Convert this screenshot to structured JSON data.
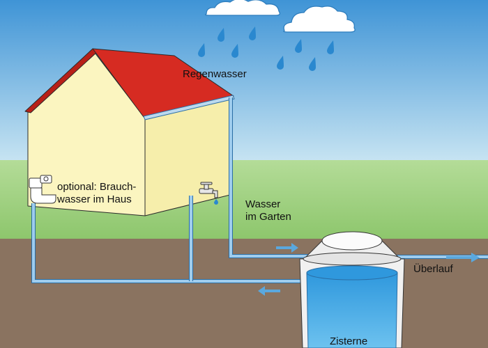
{
  "labels": {
    "rain": "Regenwasser",
    "household_line1": "optional: Brauch-",
    "household_line2": "wasser im Haus",
    "garden_line1": "Wasser",
    "garden_line2": "im Garten",
    "overflow": "Überlauf",
    "cistern": "Zisterne"
  },
  "colors": {
    "sky_top": "#3f94d6",
    "sky_bottom": "#bfe0f0",
    "grass": "#9bd07e",
    "soil": "#8a7360",
    "roof": "#d62b22",
    "wall_front": "#fbf5c0",
    "wall_side": "#f6eeab",
    "pipe": "#8fc3e8",
    "water": "#3da6e2",
    "tank": "#f1f1f1",
    "raindrop": "#2a88cf",
    "arrow": "#5aa8de"
  },
  "icons": {
    "toilet": "toilet-icon",
    "tap": "garden-tap-icon",
    "clouds": "cloud-icon",
    "rain": "raindrop-icon"
  }
}
